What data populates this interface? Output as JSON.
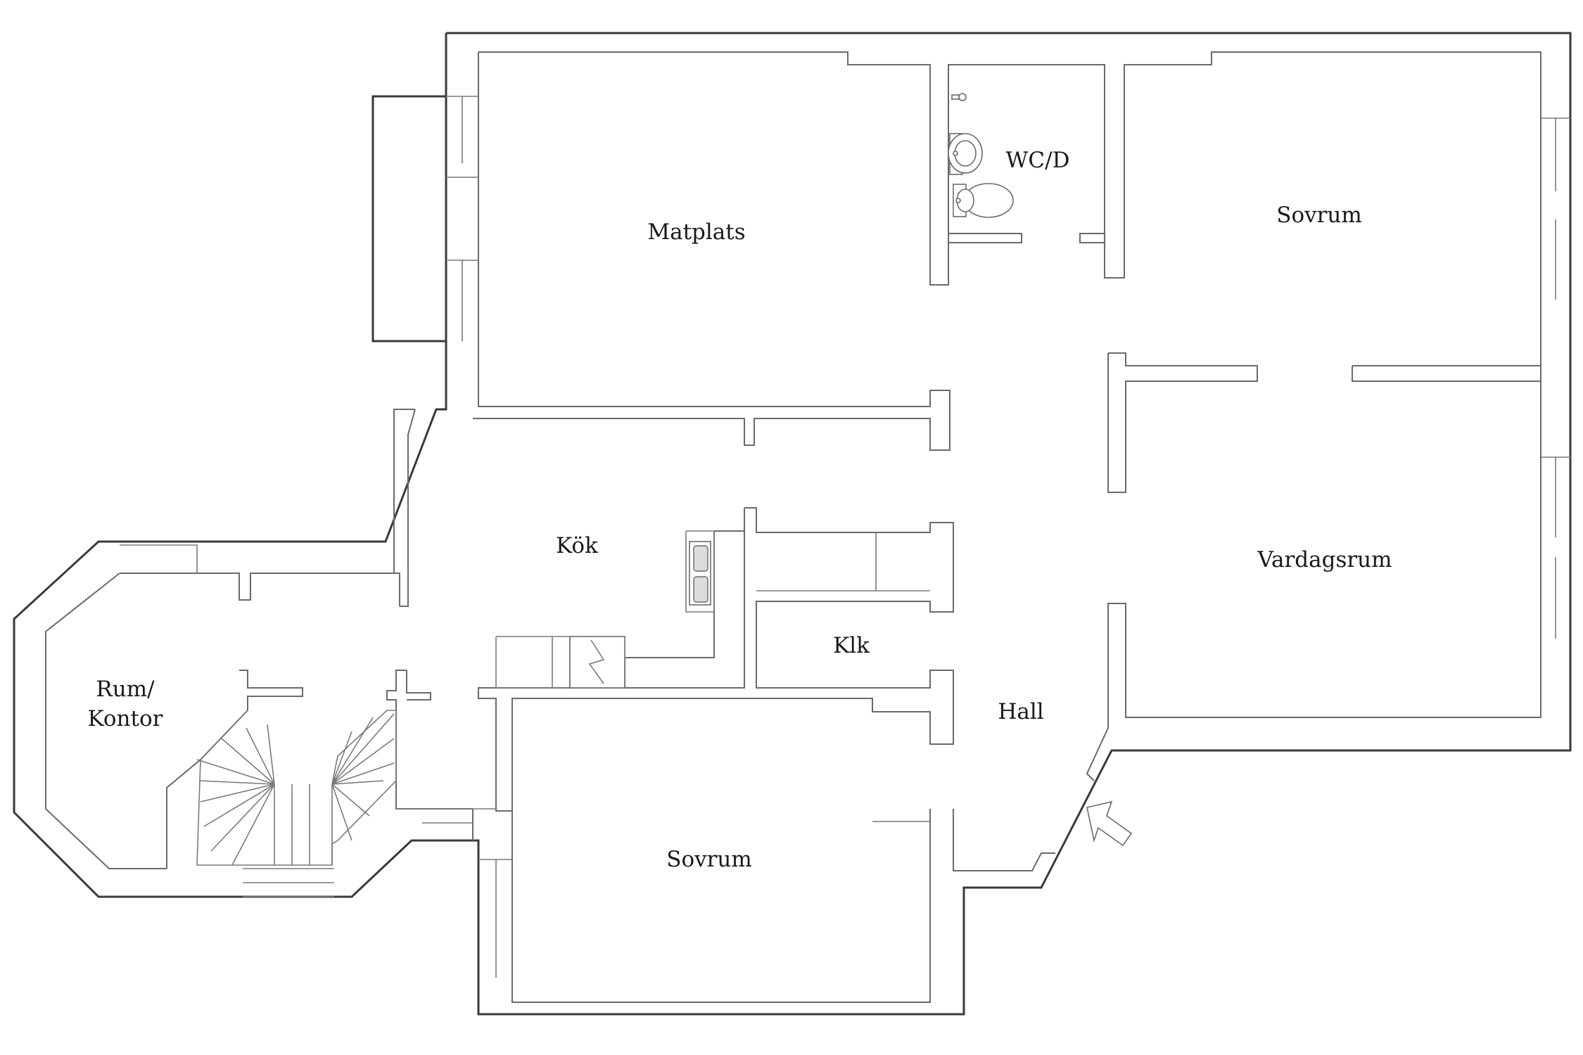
{
  "rooms": {
    "matplats": "Matplats",
    "wcd": "WC/D",
    "sovrum_top": "Sovrum",
    "kok": "Kök",
    "klk": "Klk",
    "vardagsrum": "Vardagsrum",
    "rum_kontor_line1": "Rum/",
    "rum_kontor_line2": "Kontor",
    "hall": "Hall",
    "sovrum_bottom": "Sovrum"
  },
  "icons": {
    "entrance": "entrance-arrow-icon",
    "toilet": "toilet-icon",
    "sink": "sink-icon",
    "stove": "stove-icon",
    "stairs": "spiral-staircase-icon"
  }
}
